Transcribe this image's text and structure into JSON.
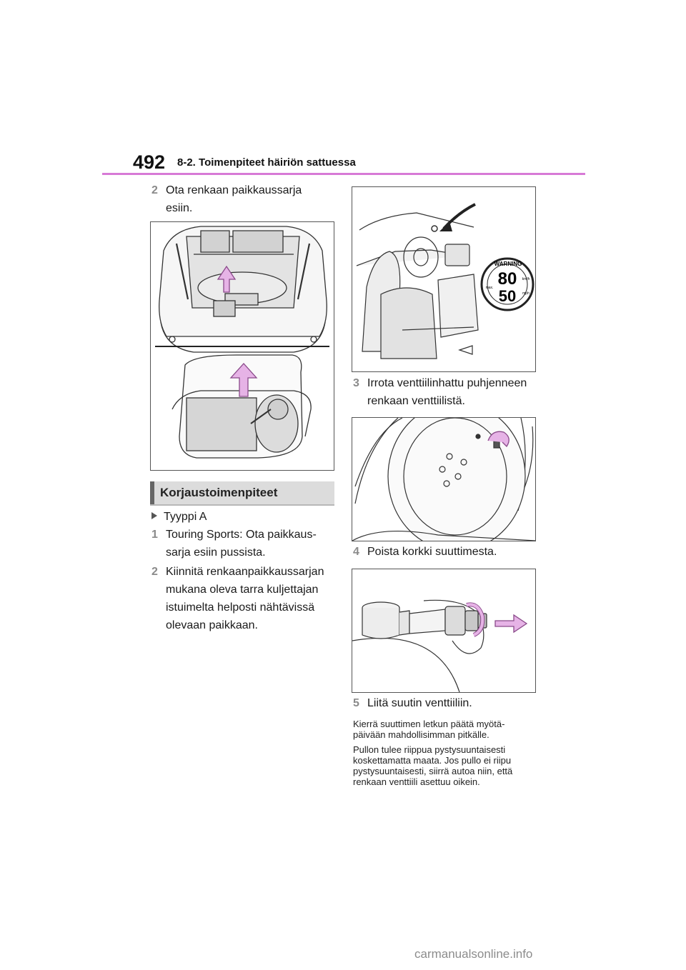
{
  "header": {
    "page_number": "492",
    "section_title": "8-2. Toimenpiteet häiriön sattuessa",
    "rule_color": "#d77ad6"
  },
  "left": {
    "step2": {
      "num": "2",
      "lines": [
        "Ota renkaan paikkaussarja",
        "esiin."
      ]
    },
    "subheading": "Korjaustoimenpiteet",
    "bullet": "Tyyppi A",
    "step1": {
      "num": "1",
      "lines": [
        "Touring Sports: Ota paikkaus-",
        "sarja esiin pussista."
      ]
    },
    "step2b": {
      "num": "2",
      "lines": [
        "Kiinnitä renkaanpaikkaussarjan",
        "mukana oleva tarra kuljettajan",
        "istuimelta helposti nähtävissä",
        "olevaan paikkaan."
      ]
    }
  },
  "right": {
    "warning_label": {
      "title": "WARNING",
      "speed_top": "80",
      "speed_bottom": "50",
      "unit_top": "km/h",
      "unit_bottom": "mph",
      "max": "max."
    },
    "step3": {
      "num": "3",
      "lines": [
        "Irrota venttiilinhattu puhjenneen",
        "renkaan venttiilistä."
      ]
    },
    "step4": {
      "num": "4",
      "lines": [
        "Poista korkki suuttimesta."
      ]
    },
    "step5": {
      "num": "5",
      "lines": [
        "Liitä suutin venttiiliin."
      ]
    },
    "note1": [
      "Kierrä suuttimen letkun päätä myötä-",
      "päivään mahdollisimman pitkälle."
    ],
    "note2": [
      "Pullon tulee riippua pystysuuntaisesti",
      "koskettamatta maata. Jos pullo ei riipu",
      "pystysuuntaisesti, siirrä autoa niin, että",
      "renkaan venttiili asettuu oikein."
    ]
  },
  "colors": {
    "arrow_fill": "#e6b3e6",
    "arrow_stroke": "#8a4a8a"
  },
  "watermark": "carmanualsonline.info"
}
